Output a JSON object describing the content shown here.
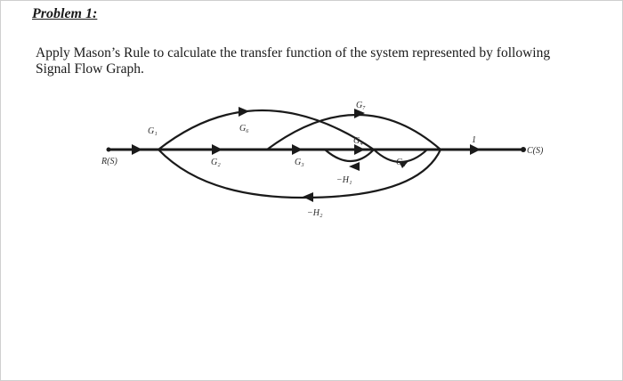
{
  "problem": {
    "heading": "Problem 1:",
    "text": "Apply Mason’s Rule to calculate the transfer function of the system represented by following Signal Flow Graph."
  },
  "graph": {
    "labels": {
      "input": "R(S)",
      "output": "C(S)",
      "g1": "G₁",
      "g2": "G₂",
      "g3": "G₃",
      "g4": "G₄",
      "g5": "G₅",
      "g6": "G₆",
      "g7": "G₇",
      "unity": "1",
      "h1": "−H₁",
      "h2": "−H₂"
    }
  }
}
